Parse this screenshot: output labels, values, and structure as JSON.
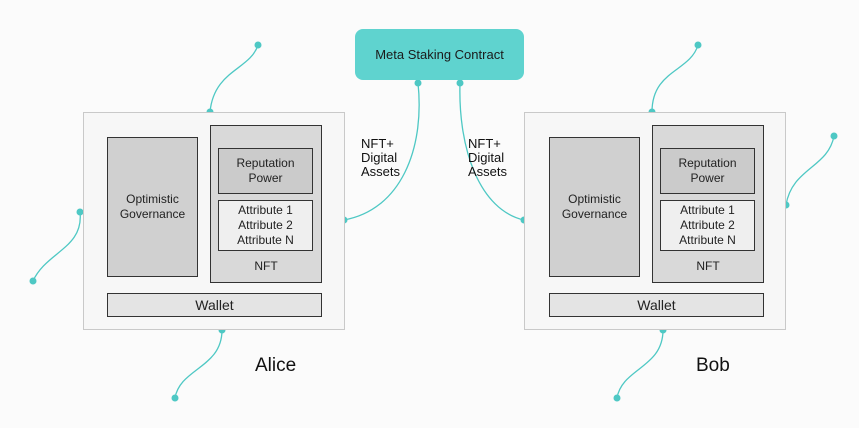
{
  "contract": {
    "label": "Meta Staking Contract"
  },
  "flow_labels": {
    "left": [
      "NFT+",
      "Digital",
      "Assets"
    ],
    "right": [
      "NFT+",
      "Digital",
      "Assets"
    ]
  },
  "users": [
    {
      "name": "Alice",
      "governance": [
        "Optimistic",
        "Governance"
      ],
      "reputation": [
        "Reputation",
        "Power"
      ],
      "attributes": [
        "Attribute 1",
        "Attribute 2",
        "Attribute N"
      ],
      "nft_label": "NFT",
      "wallet_label": "Wallet"
    },
    {
      "name": "Bob",
      "governance": [
        "Optimistic",
        "Governance"
      ],
      "reputation": [
        "Reputation",
        "Power"
      ],
      "attributes": [
        "Attribute 1",
        "Attribute 2",
        "Attribute N"
      ],
      "nft_label": "NFT",
      "wallet_label": "Wallet"
    }
  ],
  "colors": {
    "accent": "#5fd3cf",
    "connector": "#4ec8c4"
  }
}
